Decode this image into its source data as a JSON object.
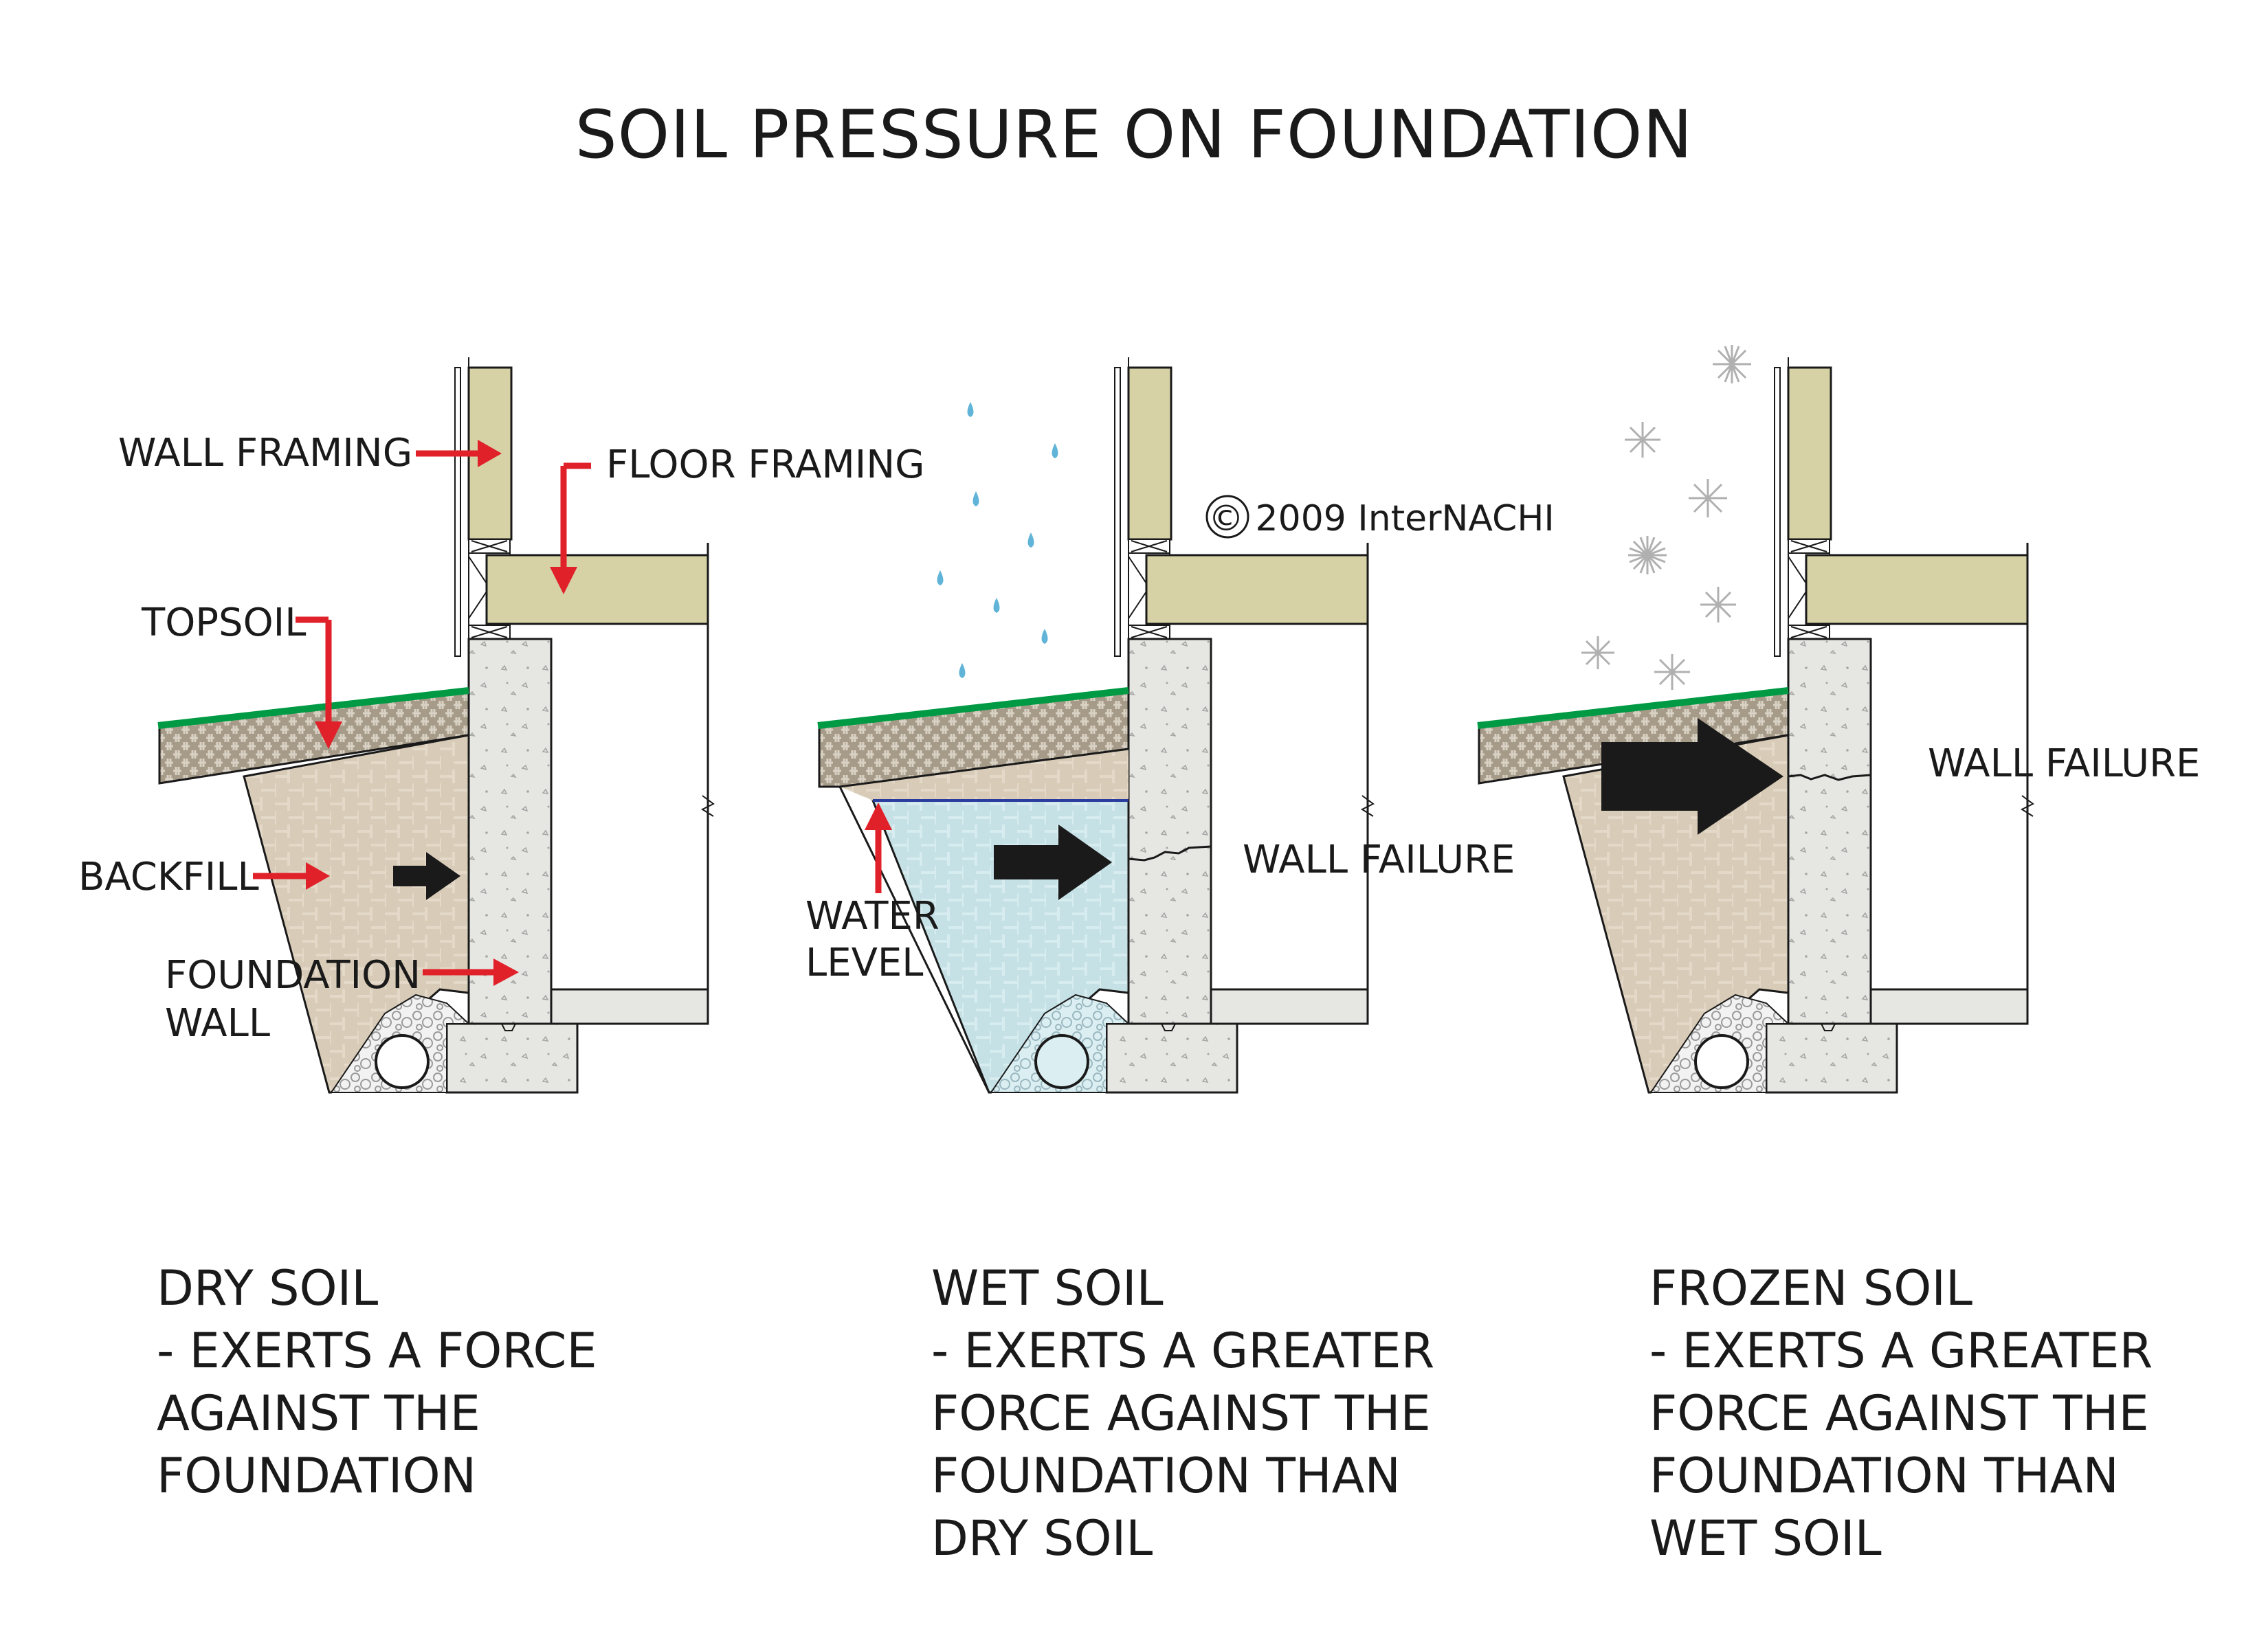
{
  "title": "SOIL PRESSURE ON FOUNDATION",
  "copyright": "© 2009 InterNACHI",
  "labels": {
    "wall_framing": "WALL FRAMING",
    "floor_framing": "FLOOR FRAMING",
    "topsoil": "TOPSOIL",
    "backfill": "BACKFILL",
    "foundation_wall_line1": "FOUNDATION",
    "foundation_wall_line2": "WALL",
    "water_level_line1": "WATER",
    "water_level_line2": "LEVEL",
    "wall_failure_wet": "WALL FAILURE",
    "wall_failure_frozen": "WALL FAILURE"
  },
  "panels": [
    {
      "name": "dry",
      "lines": [
        "DRY SOIL",
        "- EXERTS A FORCE",
        "AGAINST THE",
        "FOUNDATION"
      ]
    },
    {
      "name": "wet",
      "lines": [
        "WET SOIL",
        "- EXERTS A GREATER",
        "FORCE AGAINST THE",
        "FOUNDATION THAN",
        "DRY SOIL"
      ]
    },
    {
      "name": "frozen",
      "lines": [
        "FROZEN SOIL",
        "- EXERTS A GREATER",
        "FORCE AGAINST THE",
        "FOUNDATION THAN",
        "WET SOIL"
      ]
    }
  ],
  "colors": {
    "grass": "#009a44",
    "label_arrow": "#e0212a",
    "force_arrow": "#1a1a1a",
    "lumber": "#d6d2a6",
    "backfill": "#d8cbb7",
    "topsoil": "#a69a88",
    "concrete": "#e6e6e3",
    "water": "#c5e1e6",
    "raindrop": "#5fb4d8",
    "water_line": "#2a3c9e",
    "snowflake": "#b0b0b0"
  },
  "icons": [
    "raindrop-icon",
    "snowflake-icon",
    "copyright-icon"
  ]
}
